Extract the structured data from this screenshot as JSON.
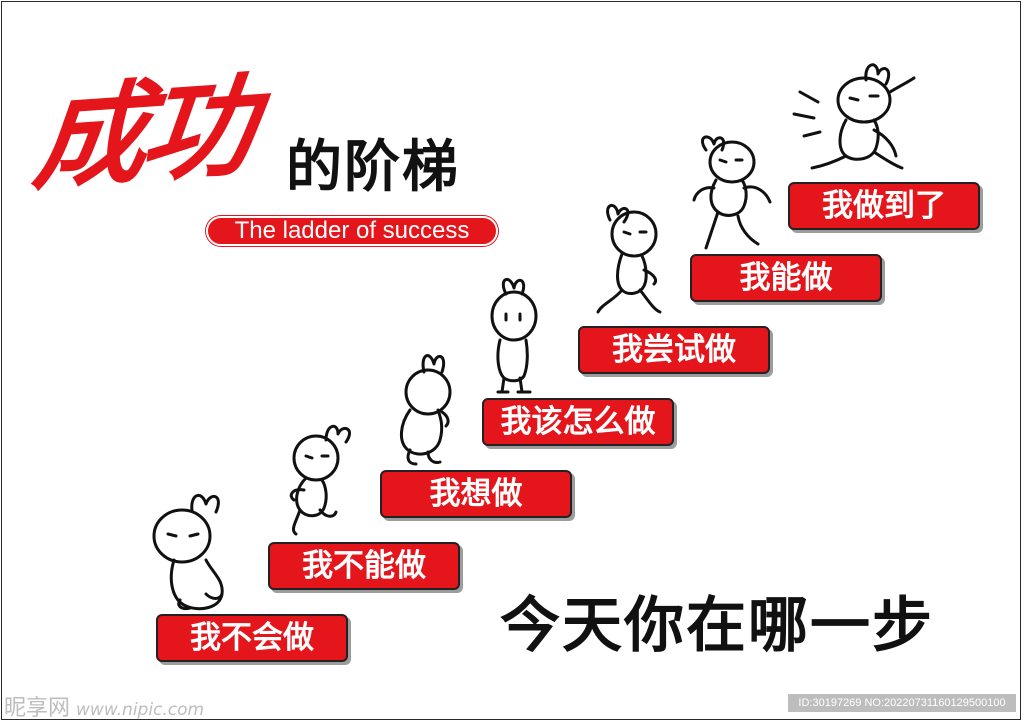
{
  "title": {
    "red": "成功",
    "black": "的阶梯",
    "subtitle": "The ladder of success"
  },
  "steps": [
    "我不会做",
    "我不能做",
    "我想做",
    "我该怎么做",
    "我尝试做",
    "我能做",
    "我做到了"
  ],
  "slogan": "今天你在哪一步",
  "watermark": {
    "logo": "昵享网",
    "site": "www.nipic.com",
    "id": "ID:30197269 NO:20220731160129500100"
  },
  "colors": {
    "accent": "#e4161c",
    "text": "#111111",
    "watermark": "#bdbdbd"
  },
  "icons": [
    "rabbit-icon"
  ]
}
